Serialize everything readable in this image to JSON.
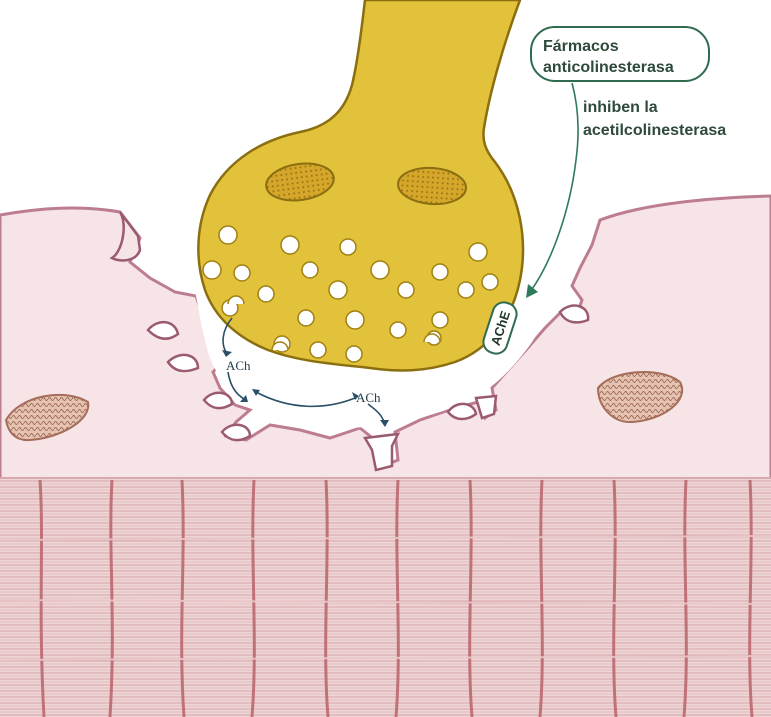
{
  "labels": {
    "drug_line1": "Fármacos",
    "drug_line2": "anticolinesterasa",
    "action_line1": "inhiben la",
    "action_line2": "acetilcolinesterasa",
    "enzyme": "AChE",
    "neurotransmitter_1": "ACh",
    "neurotransmitter_2": "ACh"
  },
  "colors": {
    "nerve_terminal": "#e2c23a",
    "nerve_outline": "#8a6e10",
    "muscle_membrane": "#f4e1e4",
    "membrane_edge": "#b8788a",
    "sarcomere": "#c98a8c",
    "callout_border": "#2f6b4e",
    "arrow": "#2a4f66"
  },
  "icons": [
    "synaptic-vesicle",
    "mitochondrion",
    "enzyme-tag"
  ]
}
